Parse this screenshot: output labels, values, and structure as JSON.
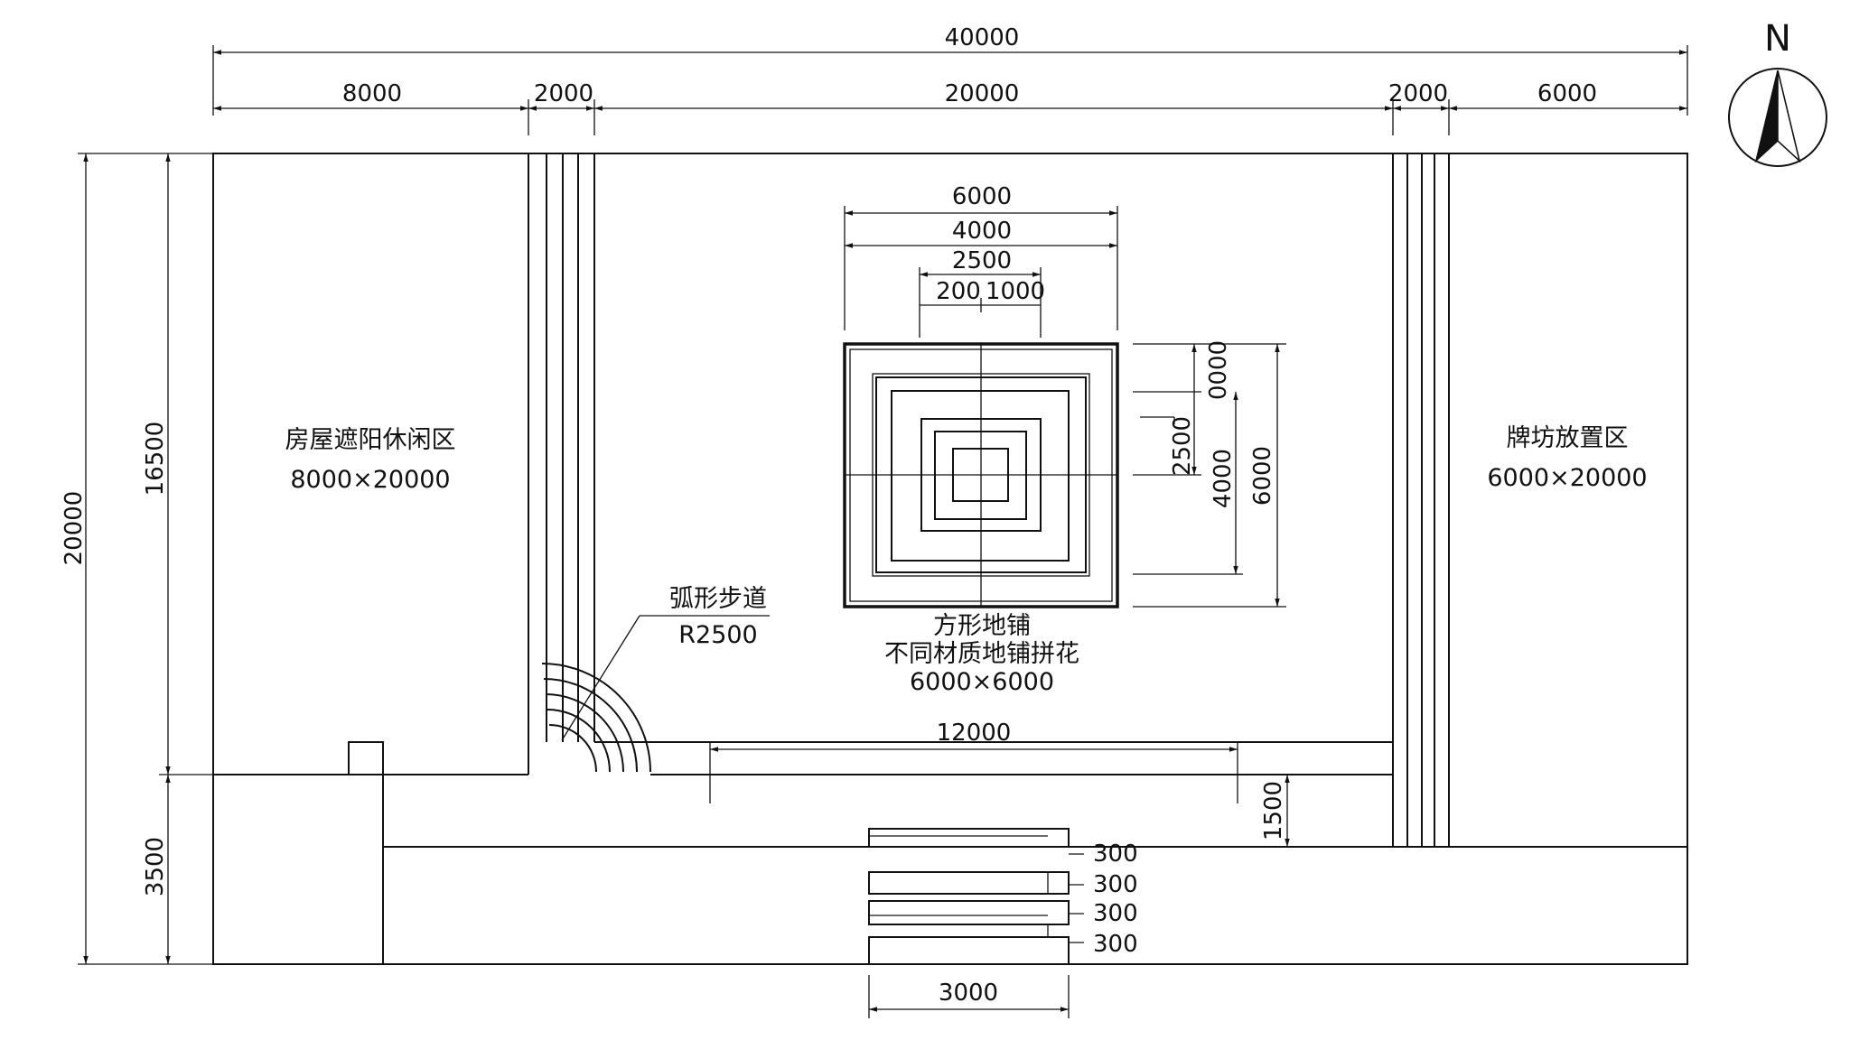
{
  "dimensions": {
    "total_width": "40000",
    "top_segments": [
      "8000",
      "2000",
      "20000",
      "2000",
      "6000"
    ],
    "left_total": "20000",
    "left_upper": "16500",
    "left_lower": "3500",
    "pattern_h_outer": "6000",
    "pattern_h_mid": "4000",
    "pattern_h_inner": "2500",
    "pattern_h_small_a": "200",
    "pattern_h_small_b": "1000",
    "pattern_v_small": "0000",
    "pattern_v_inner": "2500",
    "pattern_v_mid": "4000",
    "pattern_v_outer": "6000",
    "path_length": "12000",
    "band_depth": "1500",
    "step_heights": [
      "300",
      "300",
      "300",
      "300"
    ],
    "steps_width": "3000"
  },
  "labels": {
    "left_zone_name": "房屋遮阳休闲区",
    "left_zone_size": "8000×20000",
    "right_zone_name": "牌坊放置区",
    "right_zone_size": "6000×20000",
    "arc_path_name": "弧形步道",
    "arc_path_radius": "R2500",
    "paving_line1": "方形地铺",
    "paving_line2": "不同材质地铺拼花",
    "paving_line3": "6000×6000"
  },
  "compass": {
    "letter": "N"
  }
}
